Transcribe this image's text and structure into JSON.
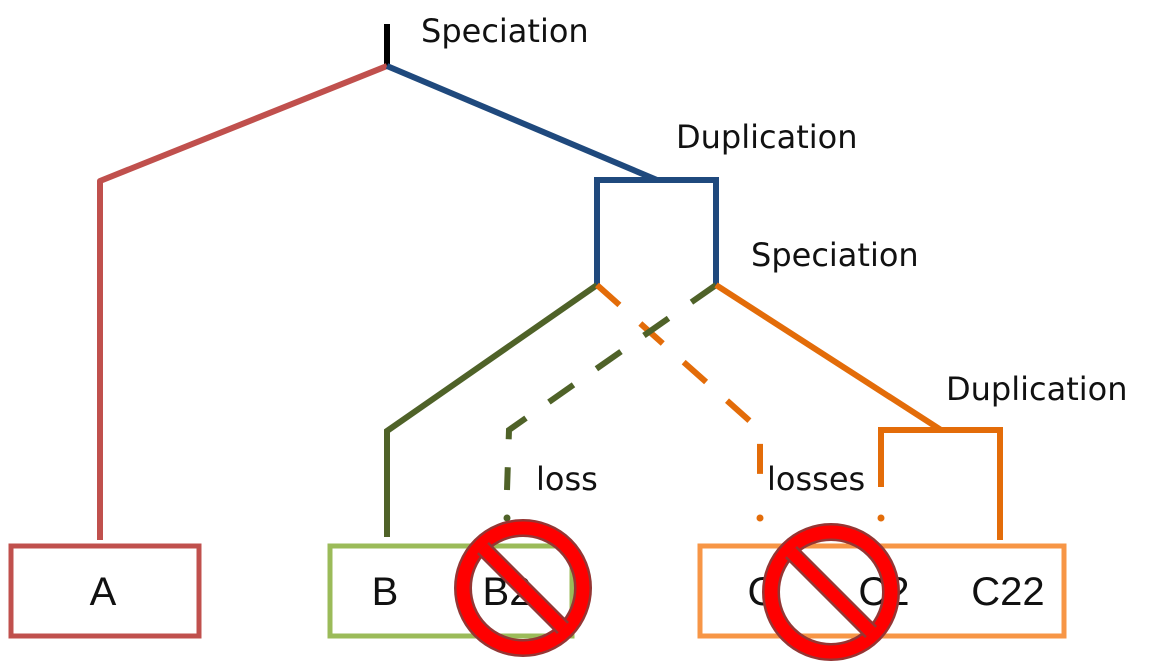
{
  "colors": {
    "red": "#c0504d",
    "blue": "#1f497d",
    "dark_green": "#4f6228",
    "light_green": "#9bbb59",
    "orange": "#e36c09",
    "light_orange": "#f79646",
    "no_sign": "#ff0000",
    "no_sign_outline": "#943634",
    "root": "#000000"
  },
  "labels": {
    "root_event": "Speciation",
    "upper_duplication": "Duplication",
    "middle_speciation": "Speciation",
    "lower_duplication": "Duplication",
    "loss_single": "loss",
    "loss_multiple": "losses"
  },
  "boxes": {
    "a": {
      "labels": [
        "A"
      ]
    },
    "b": {
      "labels": [
        "B",
        "B2"
      ]
    },
    "c": {
      "labels": [
        "C",
        "C2",
        "C22"
      ]
    }
  },
  "icons": [
    "no-sign-icon",
    "no-sign-icon"
  ]
}
